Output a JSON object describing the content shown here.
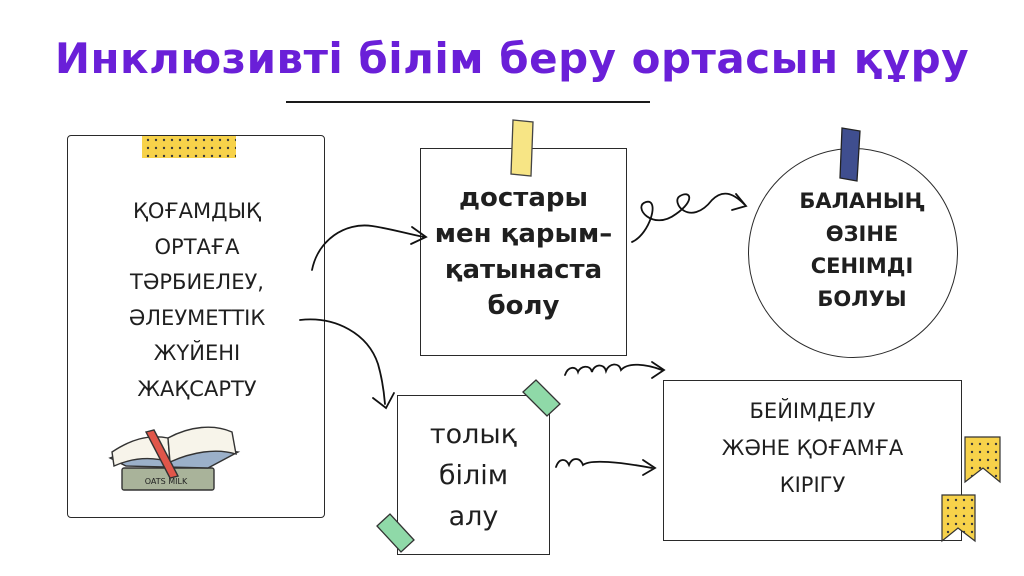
{
  "title": "Инклюзивті білім беру ортасын құру",
  "nodes": {
    "left": "ҚОҒАМДЫҚ\nОРТАҒА\nТӘРБИЕЛЕУ,\nӘЛЕУМЕТТІК\nЖҮЙЕНІ\nЖАҚСАРТУ",
    "mid_top": "достары\nмен қарым–\nқатынаста\nболу",
    "mid_bottom": "толық\nбілім\nалу",
    "circle": "БАЛАНЫҢ\nӨЗІНЕ\nСЕНІМДІ\nБОЛУЫ",
    "right": "БЕЙІМДЕЛУ\nЖӘНЕ ҚОҒАМҒА\nКІРІГУ"
  },
  "book_spine_text": "OATS MILK",
  "colors": {
    "title": "#6a1fd8",
    "tape_yellow": "#f7d24a",
    "tape_blue": "#3f4e8f",
    "tape_green": "#8fd9a8",
    "book_red": "#e0564a"
  },
  "icons": [
    "book-stack-icon",
    "tape-icon",
    "flag-icon",
    "squiggle-arrow-icon"
  ]
}
